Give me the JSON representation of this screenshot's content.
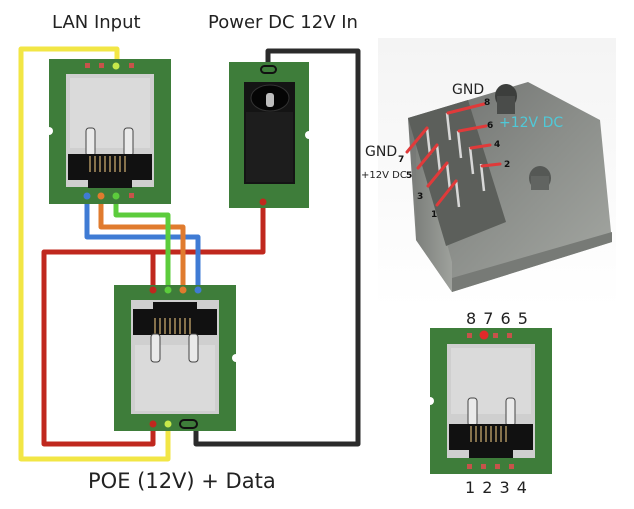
{
  "labels": {
    "lan_input": "LAN Input",
    "power_in": "Power DC 12V In",
    "poe_output": "POE (12V) + Data"
  },
  "photo": {
    "annotations": {
      "gnd_top": "GND",
      "plus12_right": "+12V DC",
      "gnd_left": "GND",
      "plus12_left": "+12V DC"
    },
    "pins": [
      "1",
      "2",
      "3",
      "4",
      "5",
      "6",
      "7",
      "8"
    ]
  },
  "pinout_module": {
    "top_numbers": "8 7 6 5",
    "bottom_numbers": "1 2 3 4",
    "highlighted_pin": "7"
  },
  "wires": [
    {
      "name": "yellow",
      "color": "#f2e645",
      "from": "LAN Input pin",
      "to": "POE bottom pin"
    },
    {
      "name": "blue",
      "color": "#3f7bd4",
      "from": "LAN Input",
      "to": "POE"
    },
    {
      "name": "orange",
      "color": "#e07b2e",
      "from": "LAN Input",
      "to": "POE"
    },
    {
      "name": "green",
      "color": "#5ccc3c",
      "from": "LAN Input",
      "to": "POE"
    },
    {
      "name": "red",
      "color": "#c0281e",
      "from": "Power DC 12V In",
      "to": "POE +12V pins"
    },
    {
      "name": "black",
      "color": "#2b2b2b",
      "from": "Power DC 12V In",
      "to": "POE GND pin"
    }
  ],
  "colors": {
    "pcb": "#3e7d3a",
    "jack_body": "#cfcfcf",
    "jack_dark": "#111111"
  }
}
